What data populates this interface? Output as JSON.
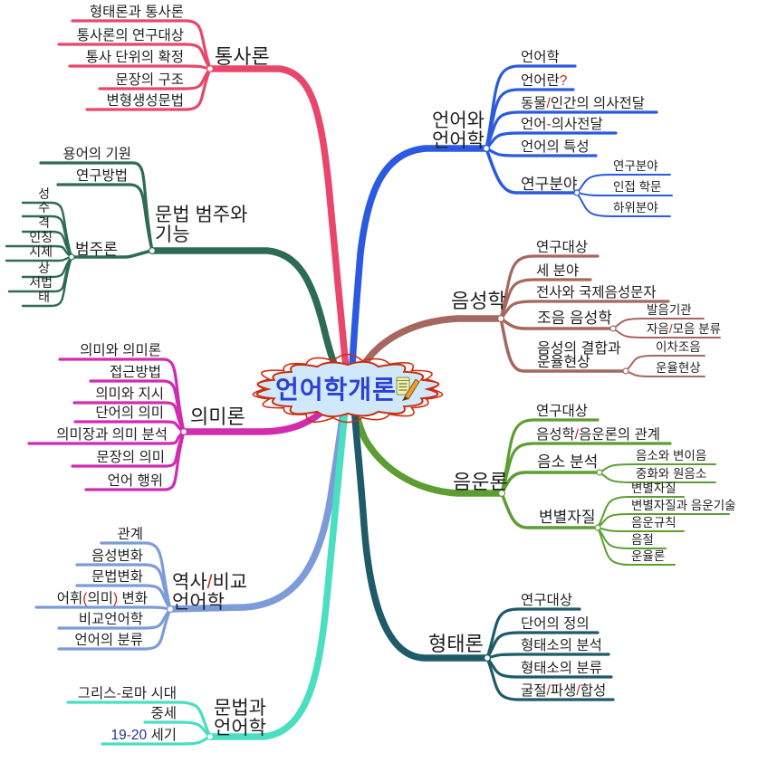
{
  "title": "언어학개론 mind map",
  "center": {
    "label": "언어학개론",
    "fill": "#cfe9fb",
    "border": "#cc2d12",
    "text_color": "#2d3fd4",
    "icon": "notepad-pencil-icon"
  },
  "text_colors": {
    "default": "#1f1f1f",
    "latin": "#26348f",
    "punct": "#c22a14"
  },
  "branches": [
    {
      "id": "syntax",
      "label": "통사론",
      "color": "#e8476b",
      "children": [
        {
          "label": "형태론과 통사론"
        },
        {
          "label": "통사론의 연구대상"
        },
        {
          "label": "통사 단위의 확정"
        },
        {
          "label": "문장의 구조"
        },
        {
          "label": "변형생성문법"
        }
      ]
    },
    {
      "id": "grammar-category",
      "label": "문법 범주와 기능",
      "label_lines": [
        "문법 범주와",
        "기능"
      ],
      "color": "#2e6b53",
      "children": [
        {
          "label": "용어의 기원"
        },
        {
          "label": "연구방법"
        },
        {
          "label": "범주론",
          "children": [
            {
              "label": "성"
            },
            {
              "label": "수"
            },
            {
              "label": "격"
            },
            {
              "label": "인칭"
            },
            {
              "label": "시제"
            },
            {
              "label": "상"
            },
            {
              "label": "서법"
            },
            {
              "label": "태"
            }
          ]
        }
      ]
    },
    {
      "id": "semantics",
      "label": "의미론",
      "color": "#d02cb0",
      "children": [
        {
          "label": "의미와 의미론"
        },
        {
          "label": "접근방법"
        },
        {
          "label": "의미와 지시"
        },
        {
          "label": "단어의 의미"
        },
        {
          "label": "의미장과 의미 분석"
        },
        {
          "label": "문장의 의미"
        },
        {
          "label": "언어 행위"
        }
      ]
    },
    {
      "id": "historical",
      "label": "역사/비교 언어학",
      "label_lines": [
        "역사/비교",
        "언어학"
      ],
      "color": "#7d9bd9",
      "children": [
        {
          "label": "관계"
        },
        {
          "label": "음성변화"
        },
        {
          "label": "문법변화"
        },
        {
          "label": "어휘(의미) 변화"
        },
        {
          "label": "비교언어학"
        },
        {
          "label": "언어의 분류"
        }
      ]
    },
    {
      "id": "grammar-linguistics",
      "label": "문법과 언어학",
      "label_lines": [
        "문법과",
        "언어학"
      ],
      "color": "#49dfc0",
      "children": [
        {
          "label": "그리스-로마 시대"
        },
        {
          "label": "중세"
        },
        {
          "label": "19-20 세기"
        }
      ]
    },
    {
      "id": "language-linguistics",
      "label": "언어와 언어학",
      "label_lines": [
        "언어와",
        "언어학"
      ],
      "color": "#2b5ae0",
      "children": [
        {
          "label": "언어학"
        },
        {
          "label": "언어란?"
        },
        {
          "label": "동물/인간의 의사전달"
        },
        {
          "label": "언어-의사전달"
        },
        {
          "label": "언어의 특성"
        },
        {
          "label": "연구분야",
          "children": [
            {
              "label": "연구분야"
            },
            {
              "label": "인접 학문"
            },
            {
              "label": "하위분야"
            }
          ]
        }
      ]
    },
    {
      "id": "phonetics",
      "label": "음성학",
      "color": "#a5685f",
      "children": [
        {
          "label": "연구대상"
        },
        {
          "label": "세 분야"
        },
        {
          "label": "전사와 국제음성문자"
        },
        {
          "label": "조음 음성학",
          "children": [
            {
              "label": "발음기관"
            },
            {
              "label": "자음/모음 분류"
            }
          ]
        },
        {
          "label": "음성의 결합과 운율현상",
          "label_lines": [
            "음성의 결합과",
            "운율현상"
          ],
          "children": [
            {
              "label": "이차조음"
            },
            {
              "label": "운율현상"
            }
          ]
        }
      ]
    },
    {
      "id": "phonology",
      "label": "음운론",
      "color": "#5d9e34",
      "children": [
        {
          "label": "연구대상"
        },
        {
          "label": "음성학/음운론의 관계"
        },
        {
          "label": "음소 분석",
          "children": [
            {
              "label": "음소와 변이음"
            },
            {
              "label": "중화와 원음소"
            }
          ]
        },
        {
          "label": "변별자질",
          "children": [
            {
              "label": "변별자질"
            },
            {
              "label": "변별자질과 음운기술"
            },
            {
              "label": "음운규칙"
            },
            {
              "label": "음절"
            },
            {
              "label": "운율론"
            }
          ]
        }
      ]
    },
    {
      "id": "morphology",
      "label": "형태론",
      "color": "#1e5a68",
      "children": [
        {
          "label": "연구대상"
        },
        {
          "label": "단어의 정의"
        },
        {
          "label": "형태소의 분석"
        },
        {
          "label": "형태소의 분류"
        },
        {
          "label": "굴절/파생/합성"
        }
      ]
    }
  ]
}
